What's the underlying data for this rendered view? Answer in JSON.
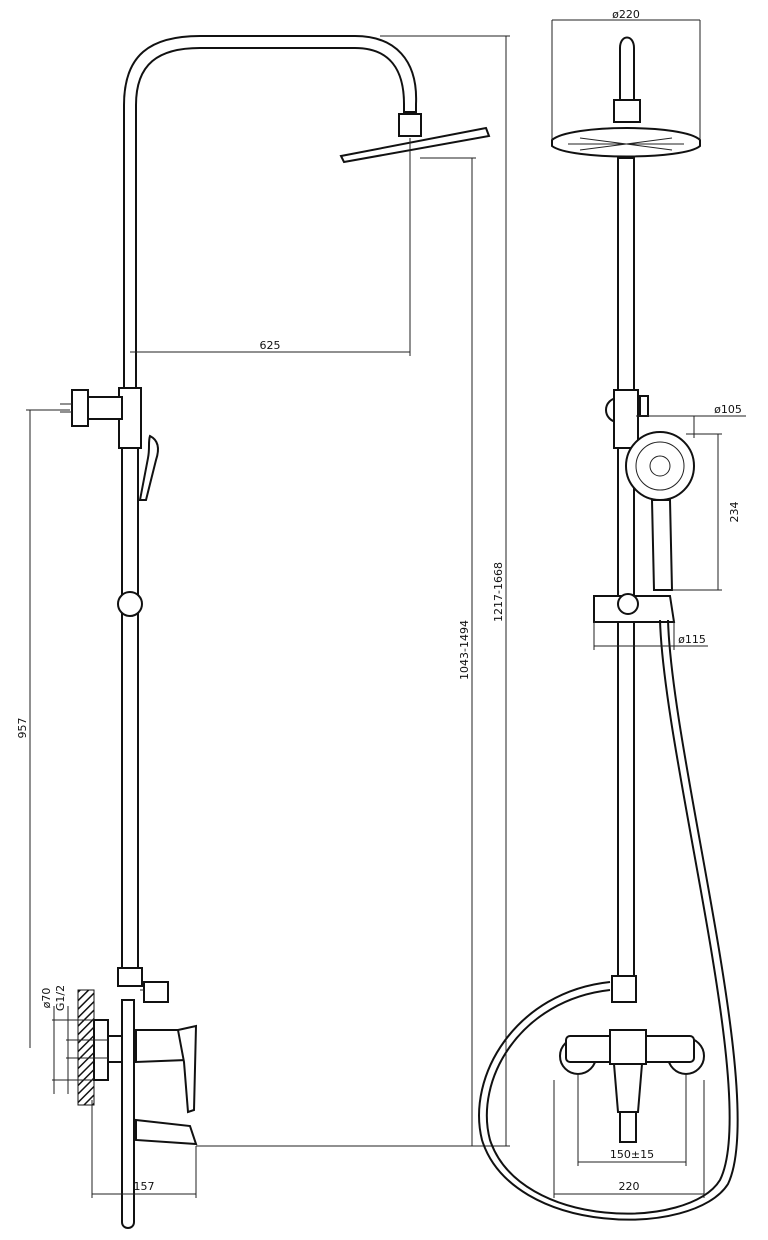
{
  "dimensions": {
    "head_diameter": "ø220",
    "arm_reach": "625",
    "inlet_height": "957",
    "head_height_range": "1043-1494",
    "total_height_range": "1217-1668",
    "handshower_diameter": "ø105",
    "handshower_length": "234",
    "holder_diameter": "ø115",
    "wall_flange_diameter": "ø70",
    "thread_size": "G1/2",
    "mixer_projection": "157",
    "centers": "150±15",
    "mixer_width": "220"
  }
}
